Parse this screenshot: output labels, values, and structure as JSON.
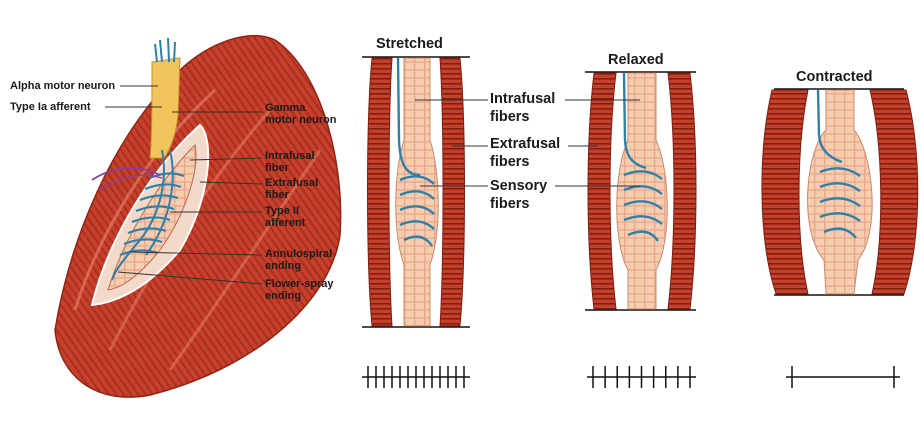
{
  "colors": {
    "muscle_red": "#c8402b",
    "muscle_dark": "#8e2416",
    "intrafusal_pink": "#f6c1a2",
    "nerve_blue": "#2f7fa8",
    "sheath_yellow": "#f2c45c"
  },
  "left_labels": {
    "alpha_motor_neuron": "Alpha motor neuron",
    "type_ia_afferent": "Type Ia afferent",
    "gamma_motor_neuron_1": "Gamma",
    "gamma_motor_neuron_2": "motor neuron",
    "intrafusal_fiber_1": "Intrafusal",
    "intrafusal_fiber_2": "fiber",
    "extrafusal_fiber_1": "Extrafusal",
    "extrafusal_fiber_2": "fiber",
    "type_ii_afferent_1": "Type II",
    "type_ii_afferent_2": "afferent",
    "annulospiral_ending_1": "Annulospiral",
    "annulospiral_ending_2": "ending",
    "flower_spray_ending_1": "Flower-spray",
    "flower_spray_ending_2": "ending"
  },
  "states": {
    "stretched": "Stretched",
    "relaxed": "Relaxed",
    "contracted": "Contracted"
  },
  "center_labels": {
    "intrafusal_1": "Intrafusal",
    "intrafusal_2": "fibers",
    "extrafusal_1": "Extrafusal",
    "extrafusal_2": "fibers",
    "sensory_1": "Sensory",
    "sensory_2": "fibers"
  },
  "tick_counts": {
    "stretched": 13,
    "relaxed": 9,
    "contracted": 2
  }
}
